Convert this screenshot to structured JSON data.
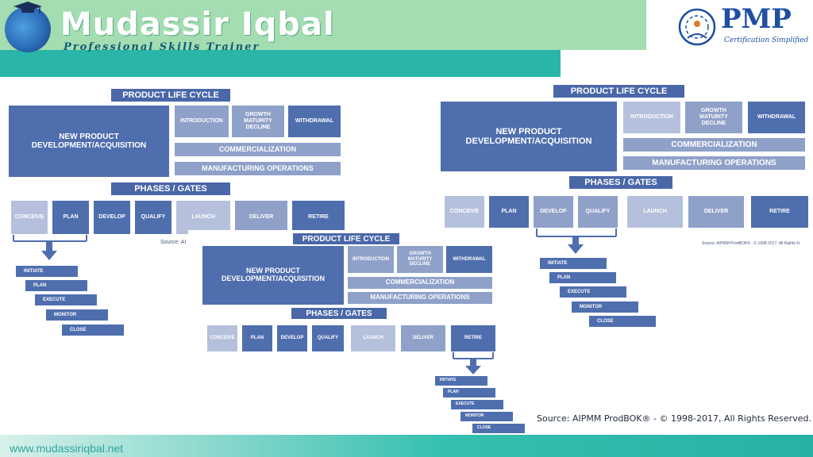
{
  "brand": {
    "name": "Mudassir Iqbal",
    "subtitle": "Professional Skills Trainer",
    "website": "www.mudassiriqbal.net"
  },
  "pmp": {
    "logo_text": "PMP",
    "tagline": "Certification Simplified"
  },
  "source_note": "Source: AIPMM ProdBOK® - © 1998-2017, All Rights Reserved.",
  "diagram": {
    "product_life_cycle_title": "PRODUCT LIFE CYCLE",
    "new_product": "NEW PRODUCT\nDEVELOPMENT/ACQUISITION",
    "stages": [
      "INTRODUCTION",
      "GROWTH\nMATURITY\nDECLINE",
      "WITHDRAWAL"
    ],
    "commercialization": "COMMERCIALIZATION",
    "manufacturing": "MANUFACTURING OPERATIONS",
    "phases_title": "PHASES / GATES",
    "phases": [
      "CONCEIVE",
      "PLAN",
      "DEVELOP",
      "QUALIFY",
      "LAUNCH",
      "DELIVER",
      "RETIRE"
    ],
    "process_steps": [
      "INITIATE",
      "PLAN",
      "EXECUTE",
      "MONITOR",
      "CLOSE"
    ],
    "small_source_left": "Source: AI",
    "small_source_right": "Source: AIPMM ProdBOK® - © 1998-2017, All Rights N"
  },
  "colors": {
    "banner_green": "#a3ddb1",
    "teal": "#29b6a9",
    "dark_block": "#4f6eae",
    "mid_block": "#8fa1c9",
    "light_block": "#b5c1dc",
    "pmp_blue": "#1e4fa3"
  }
}
